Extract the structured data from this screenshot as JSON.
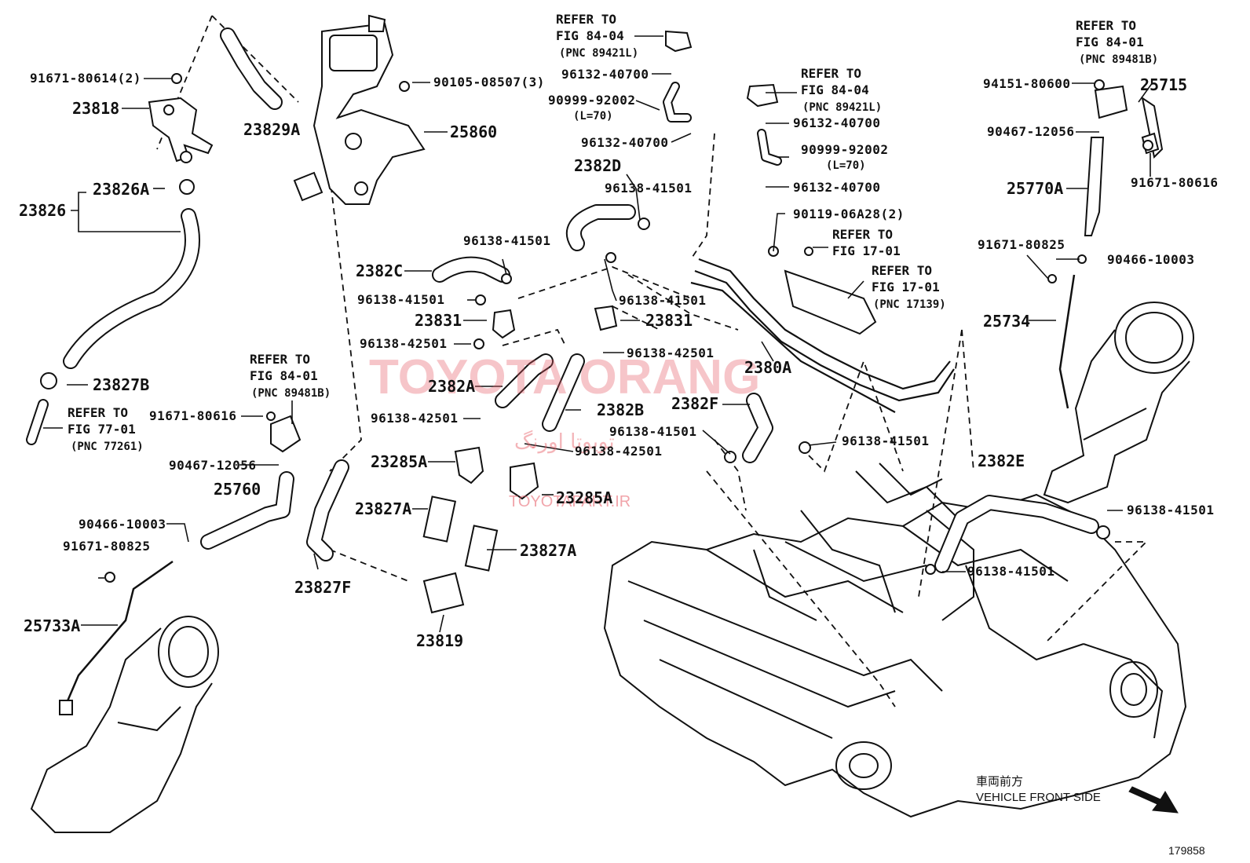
{
  "diagram_id": "179858",
  "watermark": {
    "main": "TOYOTA ORANG",
    "persian": "تویوتا اورنگ",
    "site": "TOYOTAPART.IR"
  },
  "orientation": {
    "jp": "車両前方",
    "en": "VEHICLE FRONT SIDE"
  },
  "labels": {
    "p91671_80614": "91671-80614(2)",
    "p23818": "23818",
    "p23829A": "23829A",
    "p90105_08507": "90105-08507(3)",
    "p25860": "25860",
    "p23826A": "23826A",
    "p23826": "23826",
    "p23827B": "23827B",
    "ref77_1": "REFER TO",
    "ref77_2": "FIG 77-01",
    "ref77_3": "(PNC 77261)",
    "refL_1": "REFER TO",
    "refL_2": "FIG 84-01",
    "refL_3": "(PNC 89481B)",
    "p91671_80616_L": "91671-80616",
    "p90467_12056_L": "90467-12056",
    "p25760": "25760",
    "p90466_10003_L": "90466-10003",
    "p91671_80825_L": "91671-80825",
    "p25733A": "25733A",
    "p23827F": "23827F",
    "p23819": "23819",
    "p23827A_1": "23827A",
    "p23827A_2": "23827A",
    "p23285A_1": "23285A",
    "p23285A_2": "23285A",
    "p96138_42501_a": "96138-42501",
    "p96138_42501_b": "96138-42501",
    "p96138_42501_c": "96138-42501",
    "p96138_42501_d": "96138-42501",
    "p2382A": "2382A",
    "p2382B": "2382B",
    "p23831_L": "23831",
    "p23831_R": "23831",
    "p96138_41501_a": "96138-41501",
    "p96138_41501_b": "96138-41501",
    "p96138_41501_c": "96138-41501",
    "p96138_41501_d": "96138-41501",
    "p96138_41501_e": "96138-41501",
    "p96138_41501_f": "96138-41501",
    "p96138_41501_g": "96138-41501",
    "p96138_41501_h": "96138-41501",
    "p2382C": "2382C",
    "p2382D": "2382D",
    "p2382E": "2382E",
    "p2382F": "2382F",
    "p2380A": "2380A",
    "refT_1": "REFER TO",
    "refT_2": "FIG 84-04",
    "refT_3": "(PNC 89421L)",
    "p96132_40700_a": "96132-40700",
    "p90999_92002_a": "90999-92002",
    "p90999_L70_a": "(L=70)",
    "p96132_40700_b": "96132-40700",
    "refM_1": "REFER TO",
    "refM_2": "FIG 84-04",
    "refM_3": "(PNC 89421L)",
    "p96132_40700_c": "96132-40700",
    "p90999_92002_b": "90999-92002",
    "p90999_L70_b": "(L=70)",
    "p96132_40700_d": "96132-40700",
    "p90119_06A28": "90119-06A28(2)",
    "ref17a_1": "REFER TO",
    "ref17a_2": "FIG 17-01",
    "ref17b_1": "REFER TO",
    "ref17b_2": "FIG 17-01",
    "ref17b_3": "(PNC 17139)",
    "refR_1": "REFER TO",
    "refR_2": "FIG 84-01",
    "refR_3": "(PNC 89481B)",
    "p94151_80600": "94151-80600",
    "p25715": "25715",
    "p90467_12056_R": "90467-12056",
    "p91671_80616_R": "91671-80616",
    "p25770A": "25770A",
    "p91671_80825_R": "91671-80825",
    "p90466_10003_R": "90466-10003",
    "p25734": "25734"
  }
}
